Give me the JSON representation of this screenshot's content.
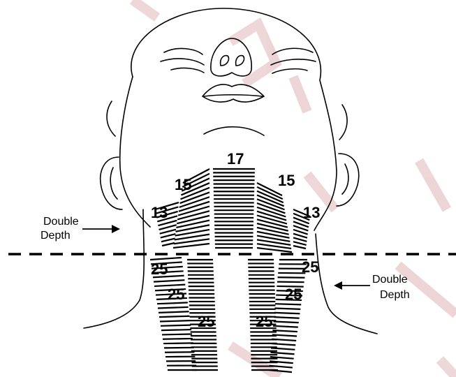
{
  "diagram": {
    "watermark_color": "#a01f2a",
    "line_color": "#000000",
    "zones": {
      "chin": "17",
      "upper_left": "15",
      "upper_right": "15",
      "side_left": "13",
      "side_right": "13",
      "lower_left_outer": "25",
      "lower_left_mid": "25",
      "lower_left_inner": "25",
      "lower_right_inner": "25",
      "lower_right_mid": "25",
      "lower_right_outer": "25"
    },
    "callouts": {
      "left": {
        "line1": "Double",
        "line2": "Depth"
      },
      "right": {
        "line1": "Double",
        "line2": "Depth"
      }
    }
  }
}
